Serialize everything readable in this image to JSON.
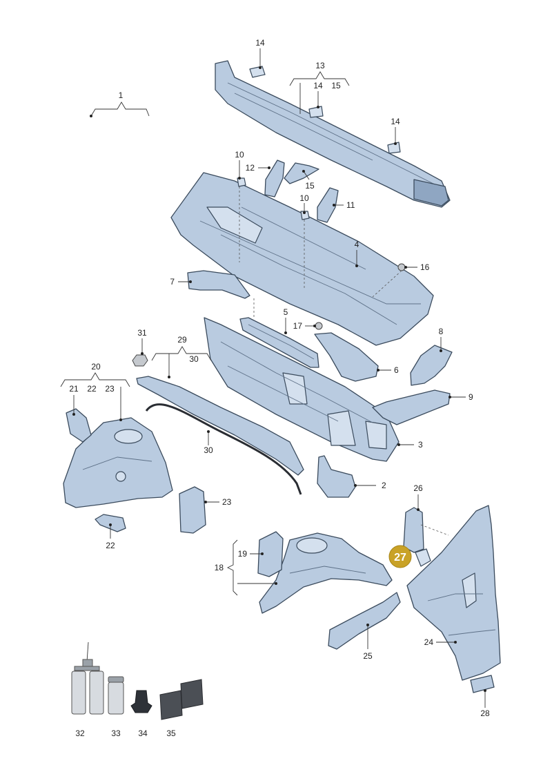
{
  "labels": {
    "l1": "1",
    "l2": "2",
    "l3": "3",
    "l4": "4",
    "l5": "5",
    "l6": "6",
    "l7": "7",
    "l8": "8",
    "l9": "9",
    "l10a": "10",
    "l10b": "10",
    "l11": "11",
    "l12": "12",
    "l13": "13",
    "l14a": "14",
    "l14b": "14",
    "l14c": "14",
    "l15a": "15",
    "l15b": "15",
    "l16": "16",
    "l17": "17",
    "l18": "18",
    "l19": "19",
    "l20": "20",
    "l21": "21",
    "l22a": "22",
    "l22b": "22",
    "l23a": "23",
    "l23b": "23",
    "l24": "24",
    "l25": "25",
    "l26": "26",
    "l28": "28",
    "l29": "29",
    "l30a": "30",
    "l30b": "30",
    "l31": "31",
    "l32": "32",
    "l33": "33",
    "l34": "34",
    "l35": "35"
  },
  "badge": {
    "text": "27",
    "color": "#c9a227"
  }
}
